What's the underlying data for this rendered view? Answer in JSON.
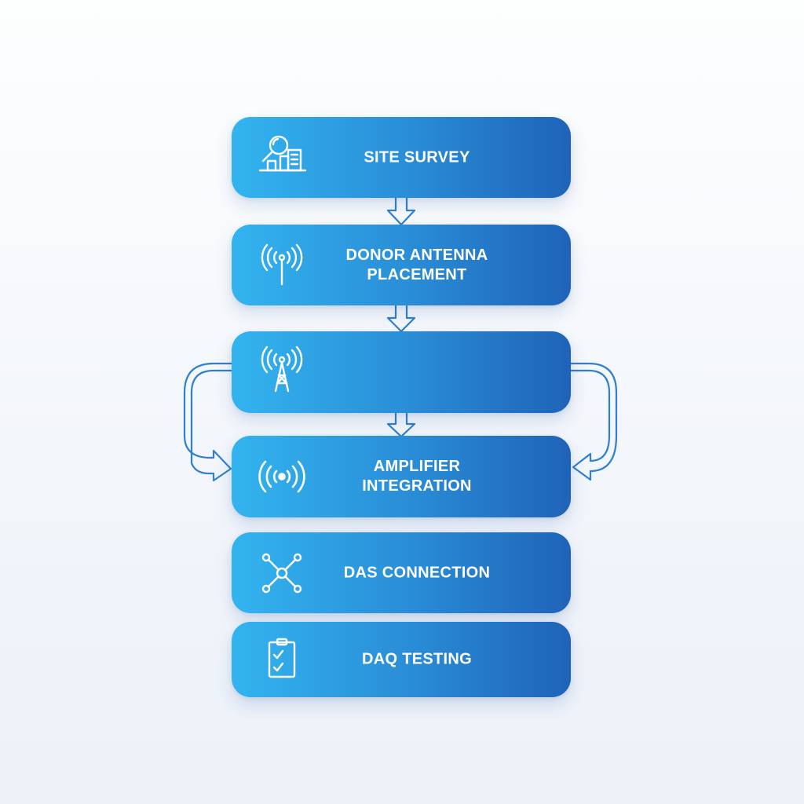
{
  "diagram": {
    "steps": [
      {
        "label": "SITE SURVEY",
        "icon": "site-survey-icon"
      },
      {
        "label": "DONOR ANTENNA\nPLACEMENT",
        "icon": "donor-antenna-icon"
      },
      {
        "label": "",
        "icon": "signal-tower-icon"
      },
      {
        "label": "AMPLIFIER\nINTEGRATION",
        "icon": "amplifier-signal-icon"
      },
      {
        "label": "DAS CONNECTION",
        "icon": "network-node-icon"
      },
      {
        "label": "DAQ TESTING",
        "icon": "clipboard-checklist-icon"
      }
    ],
    "colors": {
      "box_start": "#33b4ef",
      "box_end": "#1f63b8",
      "connector": "#2f80d0",
      "text": "#ffffff"
    }
  }
}
